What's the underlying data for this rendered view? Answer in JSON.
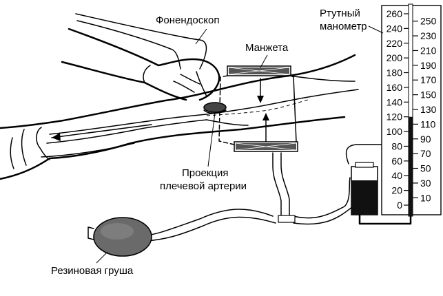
{
  "labels": {
    "phonendoscope": "Фонендоскоп",
    "cuff": "Манжета",
    "manometer_line1": "Ртутный",
    "manometer_line2": "манометр",
    "artery_line1": "Проекция",
    "artery_line2": "плечевой артерии",
    "bulb": "Резиновая груша"
  },
  "manometer": {
    "left_scale": [
      "260",
      "240",
      "220",
      "200",
      "180",
      "160",
      "140",
      "120",
      "100",
      "80",
      "60",
      "40",
      "20",
      "0"
    ],
    "right_scale": [
      "250",
      "230",
      "210",
      "190",
      "170",
      "150",
      "130",
      "110",
      "90",
      "70",
      "50",
      "30",
      "10"
    ],
    "mercury_level": 120,
    "scale_max": 260,
    "colors": {
      "mercury": "#111111",
      "line": "#000000"
    }
  }
}
